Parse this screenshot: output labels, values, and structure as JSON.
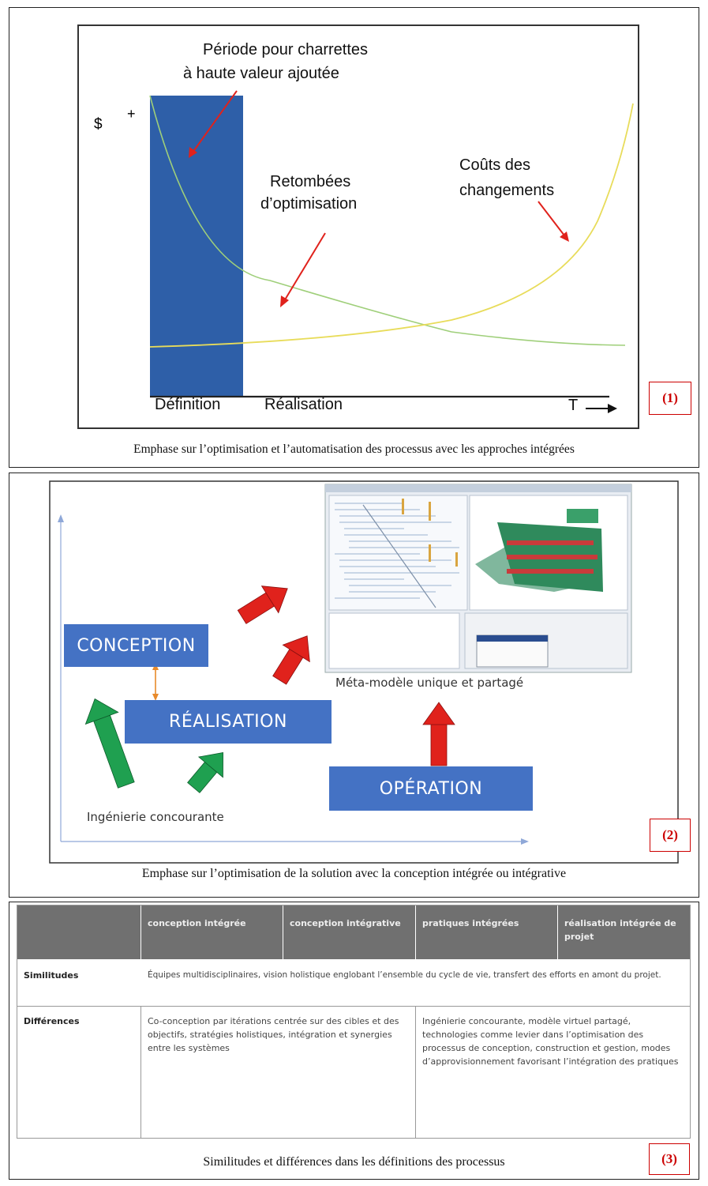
{
  "panel1": {
    "chart": {
      "y_label": "$",
      "y_plus": "+",
      "phase_definition": "Définition",
      "phase_realisation": "Réalisation",
      "time_label": "T",
      "annotation_period": [
        "Période pour charrettes",
        "à haute valeur ajoutée"
      ],
      "annotation_fallout": [
        "Retombées",
        "d’optimisation"
      ],
      "annotation_costs": [
        "Coûts des",
        "changements"
      ]
    },
    "badge": "(1)",
    "caption": "Emphase sur l’optimisation et l’automatisation des processus avec les approches intégrées"
  },
  "panel2": {
    "boxes": {
      "conception": "CONCEPTION",
      "realisation": "RÉALISATION",
      "operation": "OPÉRATION"
    },
    "meta_model_label": "Méta-modèle unique et partagé",
    "concurrent_label": "Ingénierie concourante",
    "badge": "(2)",
    "caption": "Emphase sur l’optimisation de la solution avec la conception intégrée ou intégrative"
  },
  "panel3": {
    "table": {
      "headers": [
        "",
        "conception intégrée",
        "conception intégrative",
        "pratiques intégrées",
        "réalisation intégrée de projet"
      ],
      "rows": [
        {
          "label": "Similitudes",
          "text": "Équipes multidisciplinaires, vision holistique englobant l’ensemble du cycle de vie, transfert des efforts en amont du projet."
        },
        {
          "label": "Différences",
          "left": "Co-conception par itérations centrée sur des cibles et des objectifs, stratégies holistiques, intégration et synergies entre les systèmes",
          "right": "Ingénierie concourante, modèle virtuel partagé, technologies comme levier dans l’optimisation des processus de conception, construction et gestion, modes d’approvisionnement favorisant l’intégration des pratiques"
        }
      ]
    },
    "badge": "(3)",
    "caption": "Similitudes et différences dans les définitions des processus"
  },
  "colors": {
    "bar_blue": "#2e5fa8",
    "box_blue": "#4472c4",
    "green_curve": "#9fcf7a",
    "yellow_curve": "#e8dc5a",
    "arrow_red": "#e0221c",
    "arrow_green": "#1fa050",
    "badge_red": "#cc0000",
    "table_header": "#707070"
  }
}
